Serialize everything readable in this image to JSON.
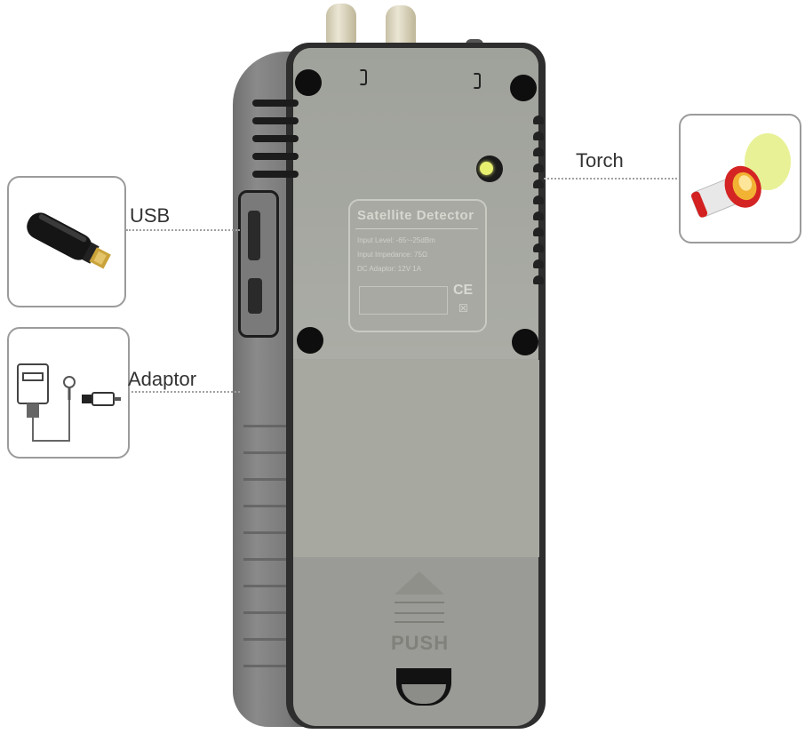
{
  "product": {
    "name": "Satellite Detector",
    "plate": {
      "title": "Satellite Detector",
      "lines": [
        "Input Level: -65~-25dBm",
        "Input Impedance: 75Ω",
        "DC Adaptor: 12V 1A"
      ],
      "marks": [
        "CE",
        "WEEE"
      ]
    },
    "battery_door_label": "PUSH"
  },
  "callouts": [
    {
      "id": "usb",
      "label": "USB",
      "icon": "usb-flash-drive-icon"
    },
    {
      "id": "adaptor",
      "label": "Adaptor",
      "icon": "power-adaptor-icon"
    },
    {
      "id": "torch",
      "label": "Torch",
      "icon": "flashlight-icon"
    }
  ],
  "colors": {
    "device_body": "#2e2e2e",
    "panel": "#a4a69f",
    "torch_led": "#e8f070",
    "callout_border": "#9b9b9b",
    "label_text": "#333333"
  }
}
